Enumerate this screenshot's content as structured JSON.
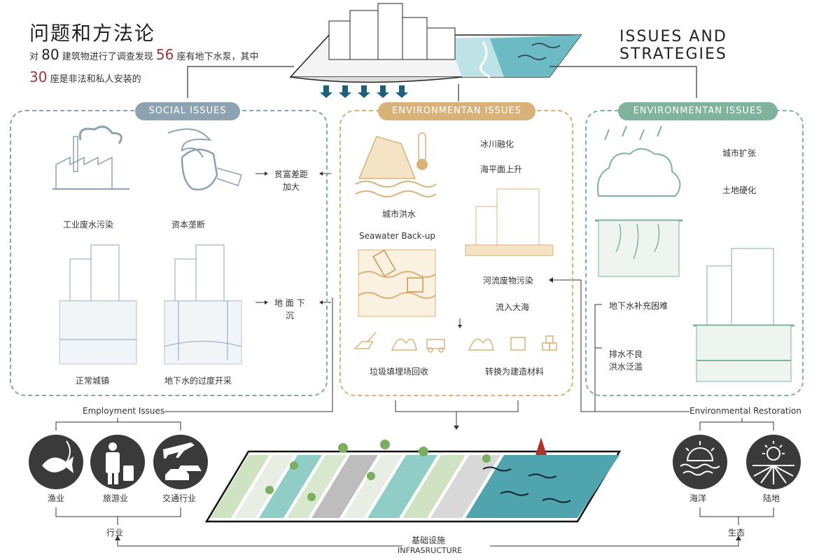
{
  "title_cn": "问题和方法论",
  "title_en": "ISSUES AND STRATEGIES",
  "intro": {
    "line1_pre": "对",
    "num1": "80",
    "line1_mid": "建筑物进行了调查发现",
    "num2": "56",
    "line1_post": "座有地下水泵，其中",
    "num3": "30",
    "line2_post": "座是非法和私人安装的"
  },
  "social": {
    "header": "SOCIAL ISSUES",
    "items": [
      "工业废水污染",
      "资本垄断",
      "正常城镇",
      "地下水的过度开采"
    ],
    "result1": [
      "贫富差距",
      "加大"
    ],
    "result2": [
      "地 面 下",
      "沉"
    ]
  },
  "env1": {
    "header": "ENVIRONMENTAN ISSUES",
    "text1": "冰川融化",
    "text2": "海平面上升",
    "flood": "城市洪水",
    "seawater": "Seawater Back-up",
    "river_waste": "河流废物污染",
    "to_sea": "流入大海",
    "landfill": "垃圾填埋场回收",
    "building_material": "转换为建造材料"
  },
  "env2": {
    "header": "ENVIRONMENTAN ISSUES",
    "text1": "城市扩张",
    "text2": "土地硬化",
    "groundwater": "地下水补充困难",
    "drain": [
      "排水不良",
      "洪水泛滥"
    ]
  },
  "bottom": {
    "employment": "Employment Issues",
    "restoration": "Environmental Restoration",
    "industries": [
      "渔业",
      "旅游业",
      "交通行业"
    ],
    "eco": [
      "海洋",
      "陆地"
    ],
    "industry": "行业",
    "ecology": "生态",
    "infra_cn": "基础设施",
    "infra_en": "INFRASRUCTURE"
  },
  "colors": {
    "social": "#8ea3b2",
    "env1": "#d9b27a",
    "env2": "#7fb39d",
    "water": "#5fb0bd",
    "dark_icon": "#3a3a3a",
    "red_num": "#a0383a"
  }
}
